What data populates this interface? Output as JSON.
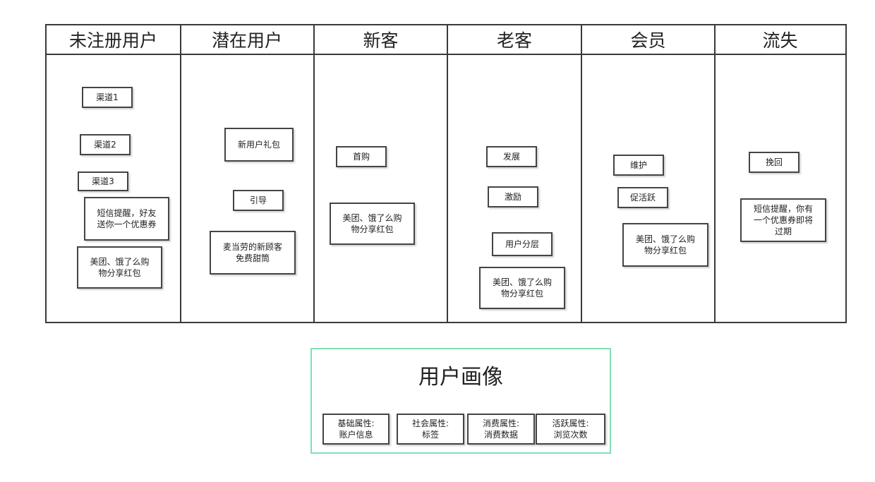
{
  "colors": {
    "border": "#3a3a3a",
    "portrait_border": "#7fe0b4"
  },
  "columns": [
    {
      "title": "未注册用户"
    },
    {
      "title": "潜在用户"
    },
    {
      "title": "新客"
    },
    {
      "title": "老客"
    },
    {
      "title": "会员"
    },
    {
      "title": "流失"
    }
  ],
  "boxes": {
    "unregistered": [
      "渠道1",
      "渠道2",
      "渠道3",
      "短信提醒，好友\n送你一个优惠券",
      "美团、饿了么购\n物分享红包"
    ],
    "potential": [
      "新用户礼包",
      "引导",
      "麦当劳的新顾客\n免费甜筒"
    ],
    "new": [
      "首购",
      "美团、饿了么购\n物分享红包"
    ],
    "old": [
      "发展",
      "激励",
      "用户分层",
      "美团、饿了么购\n物分享红包"
    ],
    "member": [
      "维护",
      "促活跃",
      "美团、饿了么购\n物分享红包"
    ],
    "churn": [
      "挽回",
      "短信提醒，你有\n一个优惠券即将\n过期"
    ]
  },
  "portrait": {
    "title": "用户画像",
    "attributes": [
      {
        "label": "基础属性:\n账户信息"
      },
      {
        "label": "社会属性:\n标签"
      },
      {
        "label": "消费属性:\n消费数据"
      },
      {
        "label": "活跃属性:\n浏览次数"
      }
    ]
  }
}
